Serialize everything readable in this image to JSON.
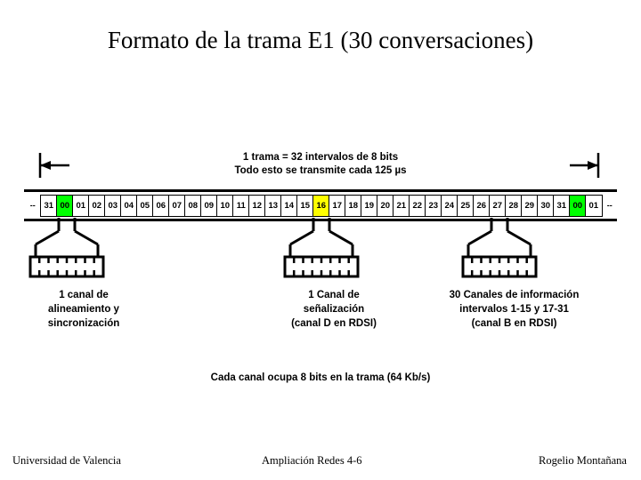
{
  "slide": {
    "title": "Formato de la trama E1 (30 conversaciones)",
    "background": "#FFFFFF"
  },
  "span_annotation": {
    "line1": "1 trama = 32 intervalos de 8 bits",
    "line2": "Todo esto se transmite cada 125 µs",
    "arrow": "double-headed-horizontal-arrow",
    "left_tick_x": 45,
    "right_tick_x": 672
  },
  "frame_strip": {
    "description": "Secuencia de intervalos de tiempo (timeslots) de la trama E1",
    "total_cells": 36,
    "colors": {
      "sync_slot": "#00FF00",
      "signalling_slot": "#FFFF00",
      "default_slot": "#FFFFFF",
      "border": "#000000"
    },
    "cells": [
      {
        "label": "--",
        "kind": "ellipsis"
      },
      {
        "label": "31",
        "kind": "normal"
      },
      {
        "label": "00",
        "kind": "sync"
      },
      {
        "label": "01",
        "kind": "normal"
      },
      {
        "label": "02",
        "kind": "normal"
      },
      {
        "label": "03",
        "kind": "normal"
      },
      {
        "label": "04",
        "kind": "normal"
      },
      {
        "label": "05",
        "kind": "normal"
      },
      {
        "label": "06",
        "kind": "normal"
      },
      {
        "label": "07",
        "kind": "normal"
      },
      {
        "label": "08",
        "kind": "normal"
      },
      {
        "label": "09",
        "kind": "normal"
      },
      {
        "label": "10",
        "kind": "normal"
      },
      {
        "label": "11",
        "kind": "normal"
      },
      {
        "label": "12",
        "kind": "normal"
      },
      {
        "label": "13",
        "kind": "normal"
      },
      {
        "label": "14",
        "kind": "normal"
      },
      {
        "label": "15",
        "kind": "normal"
      },
      {
        "label": "16",
        "kind": "signalling"
      },
      {
        "label": "17",
        "kind": "normal"
      },
      {
        "label": "18",
        "kind": "normal"
      },
      {
        "label": "19",
        "kind": "normal"
      },
      {
        "label": "20",
        "kind": "normal"
      },
      {
        "label": "21",
        "kind": "normal"
      },
      {
        "label": "22",
        "kind": "normal"
      },
      {
        "label": "23",
        "kind": "normal"
      },
      {
        "label": "24",
        "kind": "normal"
      },
      {
        "label": "25",
        "kind": "normal"
      },
      {
        "label": "26",
        "kind": "normal"
      },
      {
        "label": "27",
        "kind": "normal"
      },
      {
        "label": "28",
        "kind": "normal"
      },
      {
        "label": "29",
        "kind": "normal"
      },
      {
        "label": "30",
        "kind": "normal"
      },
      {
        "label": "31",
        "kind": "normal"
      },
      {
        "label": "00",
        "kind": "sync"
      },
      {
        "label": "01",
        "kind": "normal"
      },
      {
        "label": "--",
        "kind": "ellipsis"
      }
    ]
  },
  "expanders": [
    {
      "name": "sync-channel-expander",
      "source_slot": "00",
      "bits": 8,
      "caption": {
        "line1": "1 canal de",
        "line2": "alineamiento y",
        "line3": "sincronización"
      }
    },
    {
      "name": "signalling-channel-expander",
      "source_slot": "16",
      "bits": 8,
      "caption": {
        "line1": "1 Canal de",
        "line2": "señalización",
        "line3": "(canal D en RDSI)"
      }
    },
    {
      "name": "information-channels-expander",
      "source_slot": "1-15 y 17-31",
      "bits": 8,
      "caption": {
        "line1": "30 Canales de información",
        "line2": "intervalos 1-15 y 17-31",
        "line3": "(canal B en RDSI)"
      }
    }
  ],
  "note": "Cada canal ocupa 8 bits en la trama (64 Kb/s)",
  "footer": {
    "left": "Universidad de Valencia",
    "center": "Ampliación Redes 4-6",
    "right": "Rogelio Montañana"
  }
}
